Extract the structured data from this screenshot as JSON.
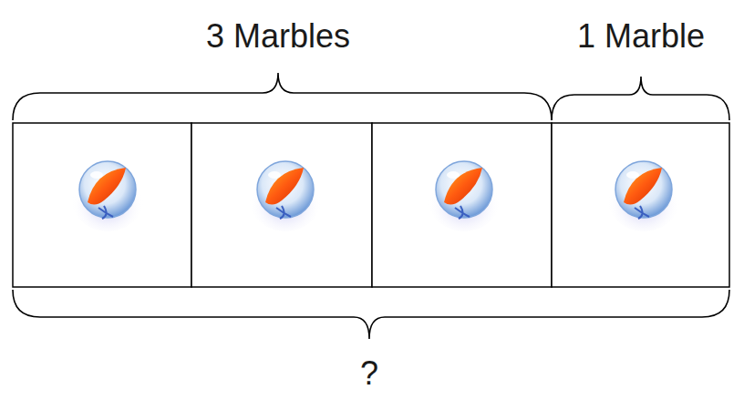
{
  "diagram": {
    "labels": [
      "3 Marbles",
      "1 Marble",
      "?"
    ]
  }
}
